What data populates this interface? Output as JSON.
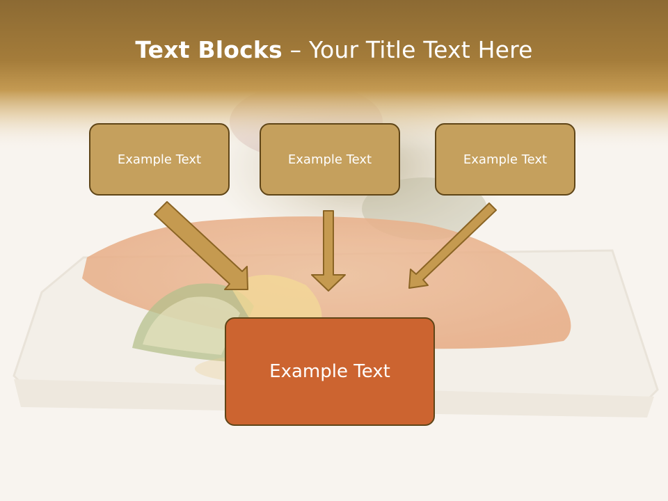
{
  "title": {
    "bold": "Text Blocks",
    "rest": " – Your Title Text Here"
  },
  "boxes": {
    "top": [
      "Example Text",
      "Example Text",
      "Example Text"
    ],
    "bottom": "Example Text"
  },
  "colors": {
    "title_band": "#b48a3c",
    "top_box_fill": "#c5a05d",
    "top_box_border": "#5f4517",
    "bottom_box_fill": "#cc6430",
    "arrow_fill": "#c59a50",
    "arrow_stroke": "#8a6424"
  }
}
